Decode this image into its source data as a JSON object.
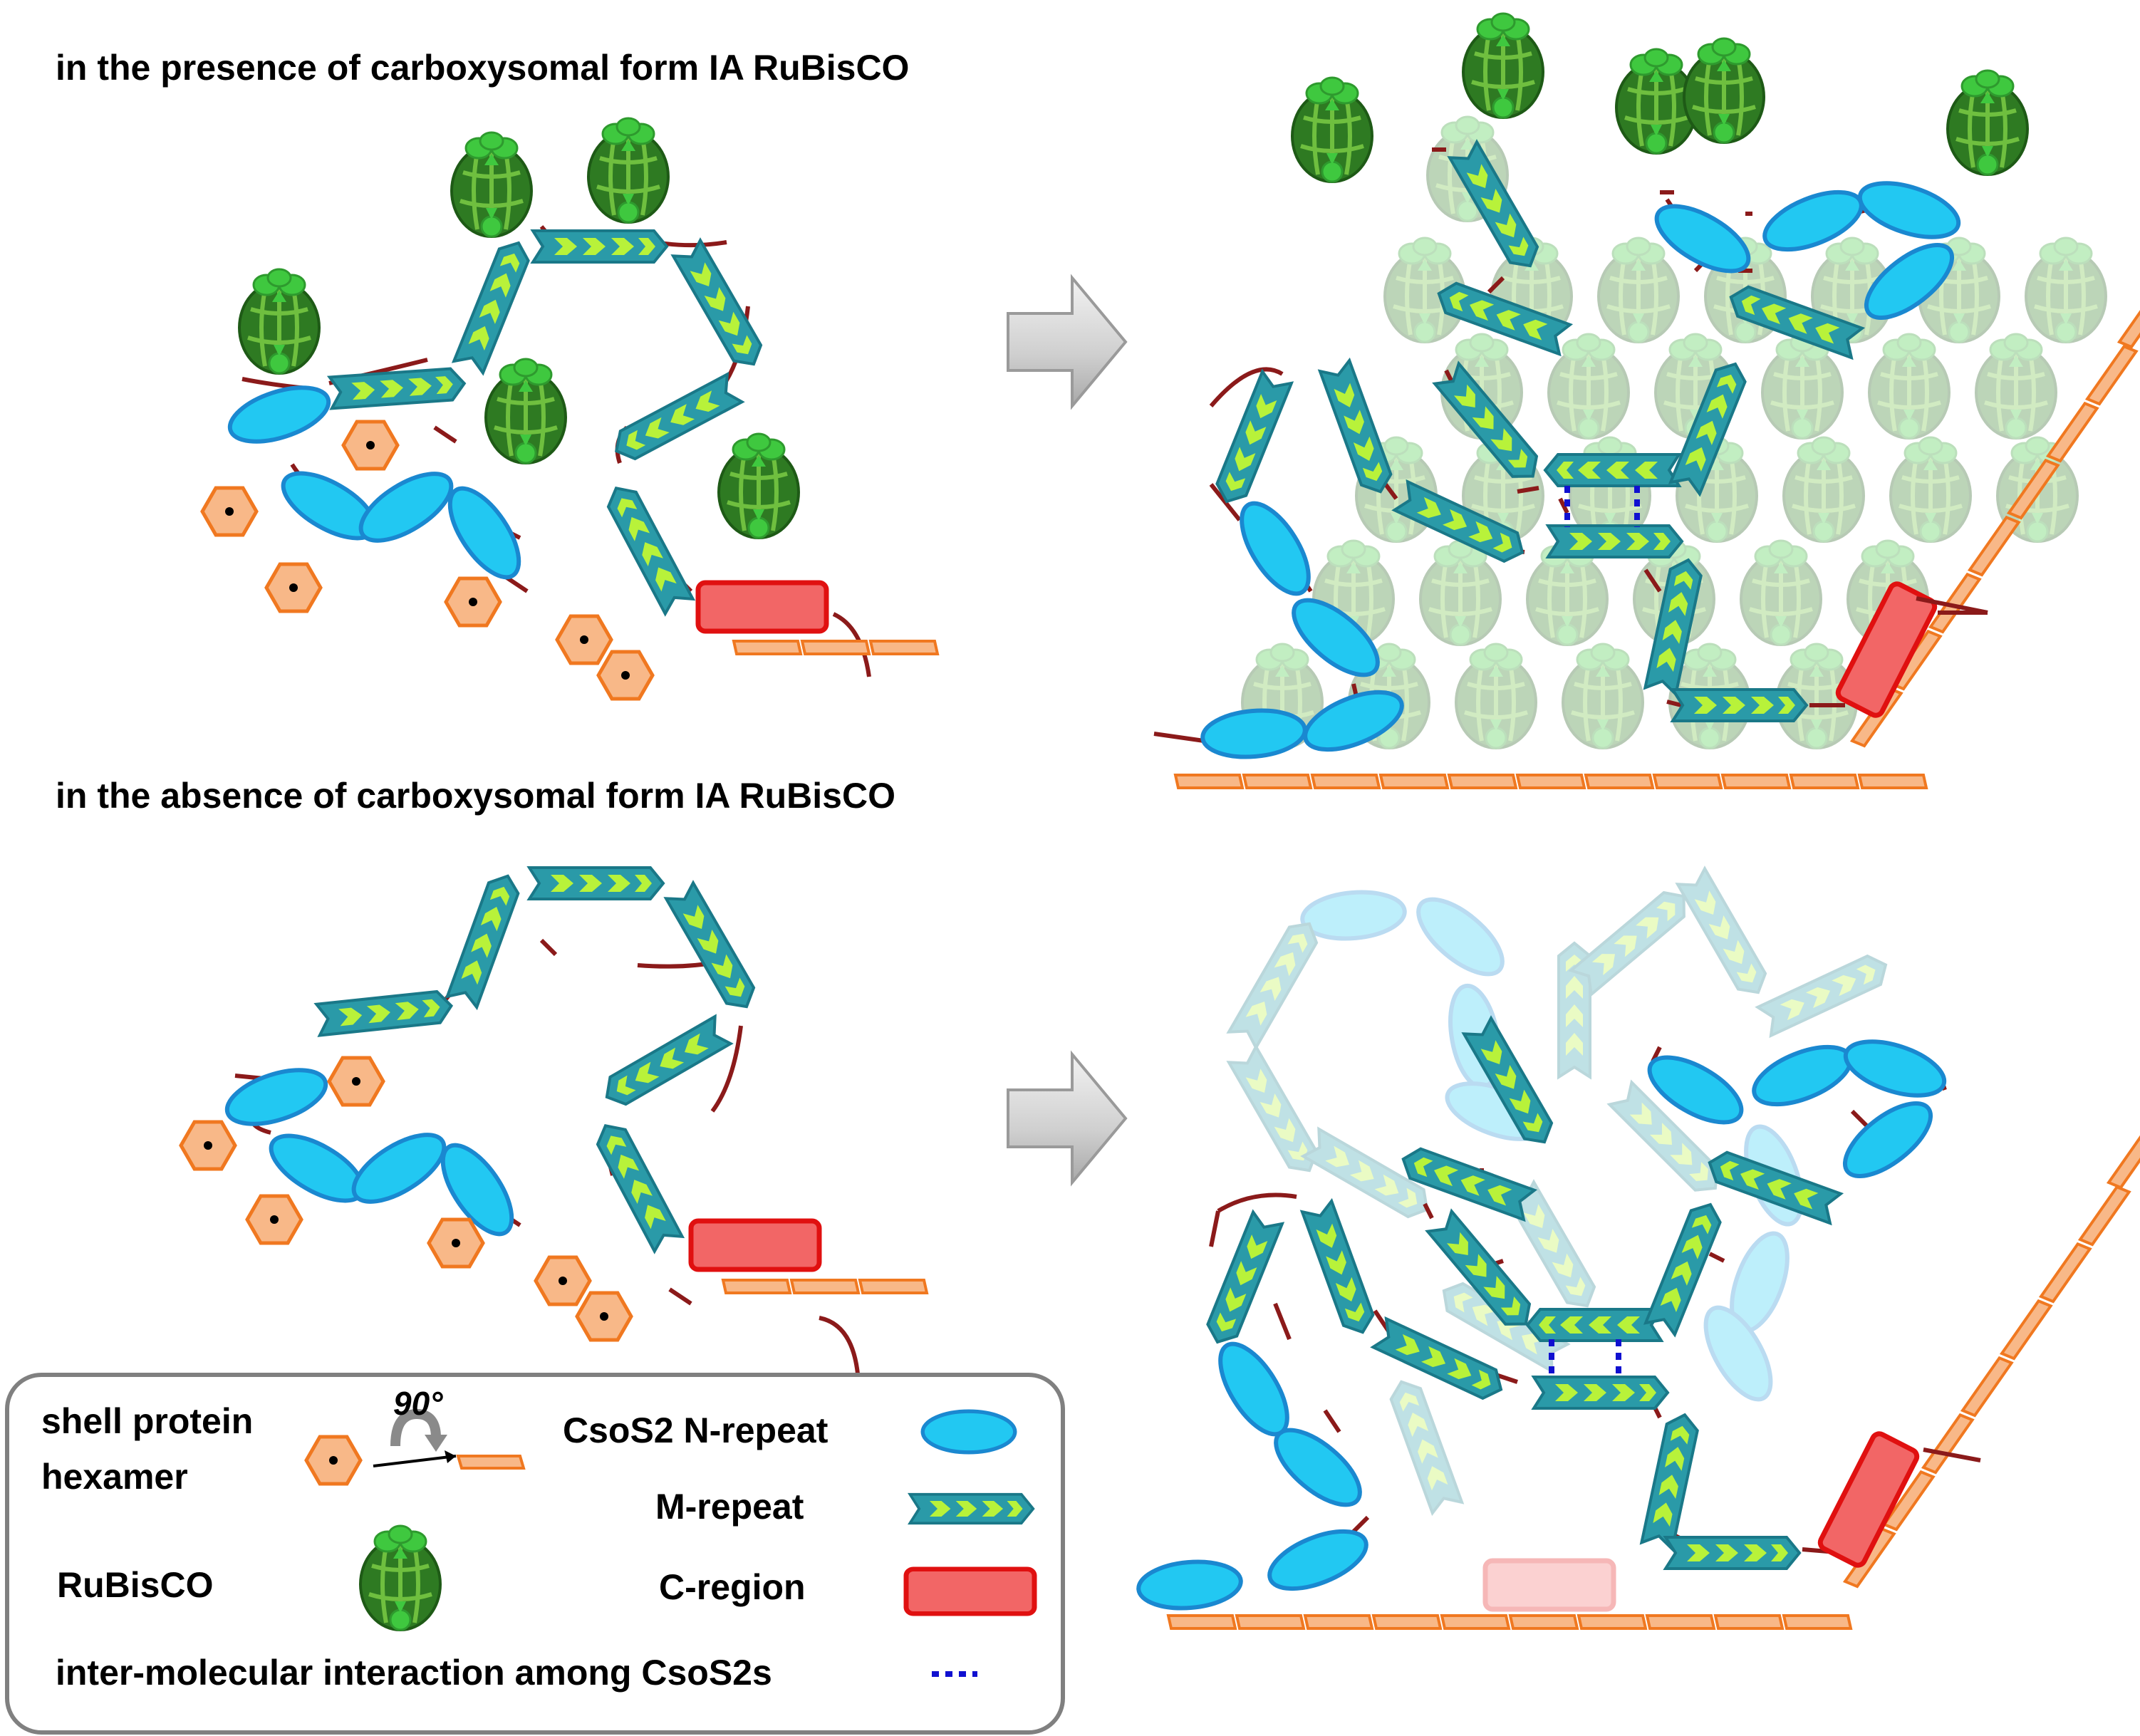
{
  "panels": {
    "top_title": "in the presence of carboxysomal form IA RuBisCO",
    "bottom_title": "in the absence of carboxysomal form IA RuBisCO"
  },
  "legend": {
    "shell_protein_line1": "shell protein",
    "shell_protein_line2": "hexamer",
    "rotation_label": "90°",
    "rubisco": "RuBisCO",
    "n_repeat": "CsoS2 N-repeat",
    "m_repeat": "M-repeat",
    "c_region": "C-region",
    "interaction": "inter-molecular interaction among CsoS2s"
  },
  "colors": {
    "n_repeat_fill": "#22C8F2",
    "n_repeat_stroke": "#1A88D0",
    "m_repeat_fill": "#2A9AA8",
    "m_repeat_chevron": "#B8F23A",
    "c_region_fill": "#F26666",
    "c_region_stroke": "#E01010",
    "hexamer_fill": "#F8B888",
    "hexamer_stroke": "#F07820",
    "shell_bar": "#F07820",
    "rubisco_dark": "#2E7A22",
    "rubisco_light": "#3FC83F",
    "linker": "#8B1A1A",
    "interaction": "#1010D0",
    "arrow_fill": "#D8D8D8"
  }
}
